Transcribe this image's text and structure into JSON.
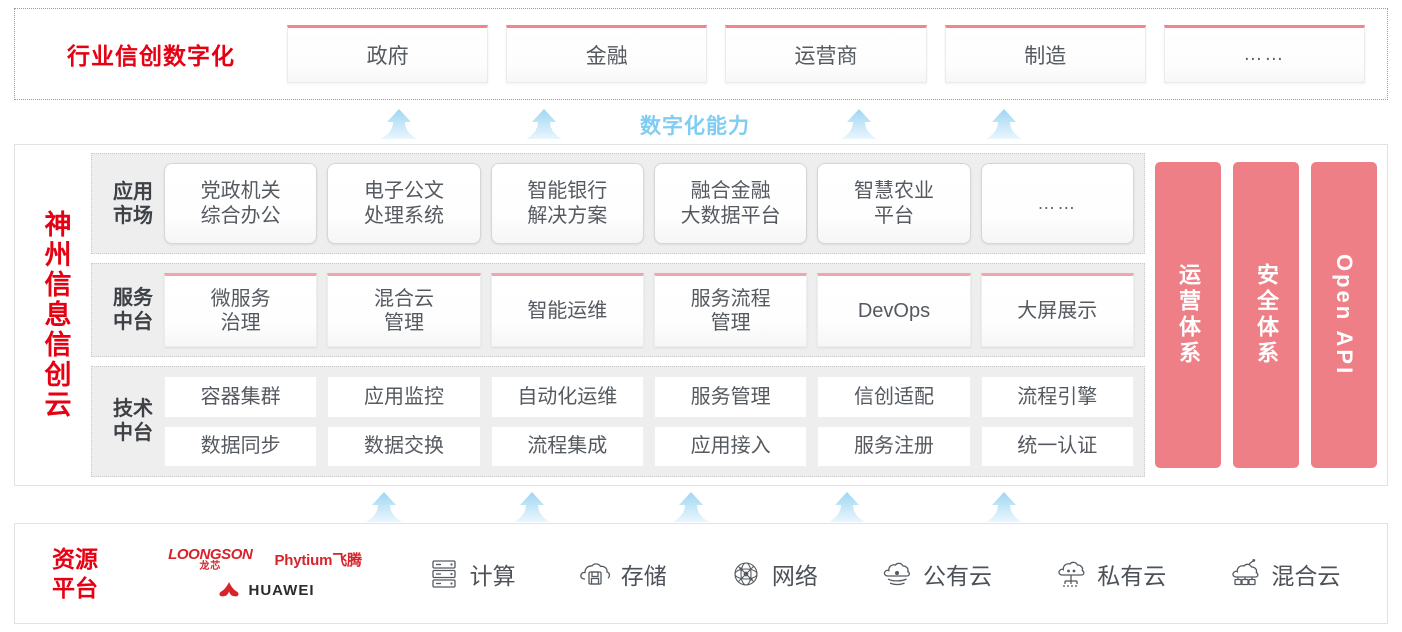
{
  "industry": {
    "title": "行业信创数字化",
    "boxes": [
      {
        "label": "政府"
      },
      {
        "label": "金融"
      },
      {
        "label": "运营商"
      },
      {
        "label": "制造"
      },
      {
        "label": "……"
      }
    ]
  },
  "capability": {
    "label": "数字化能力",
    "arrow_icon": "up-arrow-icon",
    "top_arrow_count": 4,
    "bottom_arrow_count": 5
  },
  "cloud": {
    "title": "神州信息信创云",
    "bands": [
      {
        "key": "app",
        "label": "应用\n市场",
        "label_line1": "应用",
        "label_line2": "市场",
        "items": [
          {
            "line1": "党政机关",
            "line2": "综合办公"
          },
          {
            "line1": "电子公文",
            "line2": "处理系统"
          },
          {
            "line1": "智能银行",
            "line2": "解决方案"
          },
          {
            "line1": "融合金融",
            "line2": "大数据平台"
          },
          {
            "line1": "智慧农业",
            "line2": "平台"
          },
          {
            "line1": "……",
            "line2": ""
          }
        ]
      },
      {
        "key": "service",
        "label_line1": "服务",
        "label_line2": "中台",
        "items": [
          {
            "line1": "微服务",
            "line2": "治理"
          },
          {
            "line1": "混合云",
            "line2": "管理"
          },
          {
            "line1": "智能运维",
            "line2": ""
          },
          {
            "line1": "服务流程",
            "line2": "管理"
          },
          {
            "line1": "DevOps",
            "line2": ""
          },
          {
            "line1": "大屏展示",
            "line2": ""
          }
        ]
      },
      {
        "key": "tech",
        "label_line1": "技术",
        "label_line2": "中台",
        "row1": [
          "容器集群",
          "应用监控",
          "自动化运维",
          "服务管理",
          "信创适配",
          "流程引擎"
        ],
        "row2": [
          "数据同步",
          "数据交换",
          "流程集成",
          "应用接入",
          "服务注册",
          "统一认证"
        ]
      }
    ],
    "pillars": [
      {
        "label": "运营体系",
        "vertical": true
      },
      {
        "label": "安全体系",
        "vertical": true
      },
      {
        "label": "Open API",
        "vertical": false
      }
    ]
  },
  "resource": {
    "title_line1": "资源",
    "title_line2": "平台",
    "vendors": [
      {
        "name_en": "LOONGSON",
        "name_cn": "龙芯",
        "icon": "loongson-logo"
      },
      {
        "name": "Phytium飞腾",
        "icon": "phytium-logo"
      },
      {
        "name": "HUAWEI",
        "icon": "huawei-logo"
      }
    ],
    "items": [
      {
        "label": "计算",
        "icon": "server-icon"
      },
      {
        "label": "存储",
        "icon": "cloud-storage-icon"
      },
      {
        "label": "网络",
        "icon": "network-mesh-icon"
      },
      {
        "label": "公有云",
        "icon": "public-cloud-icon"
      },
      {
        "label": "私有云",
        "icon": "private-cloud-icon"
      },
      {
        "label": "混合云",
        "icon": "hybrid-cloud-icon"
      }
    ]
  },
  "colors": {
    "brand_red": "#e60012",
    "pink": "#ee7f87",
    "pink_border": "#f2848d",
    "arrow_blue": "#bfe4f7",
    "capability_blue": "#7fcdf2",
    "band_gray": "#eeeeee"
  }
}
